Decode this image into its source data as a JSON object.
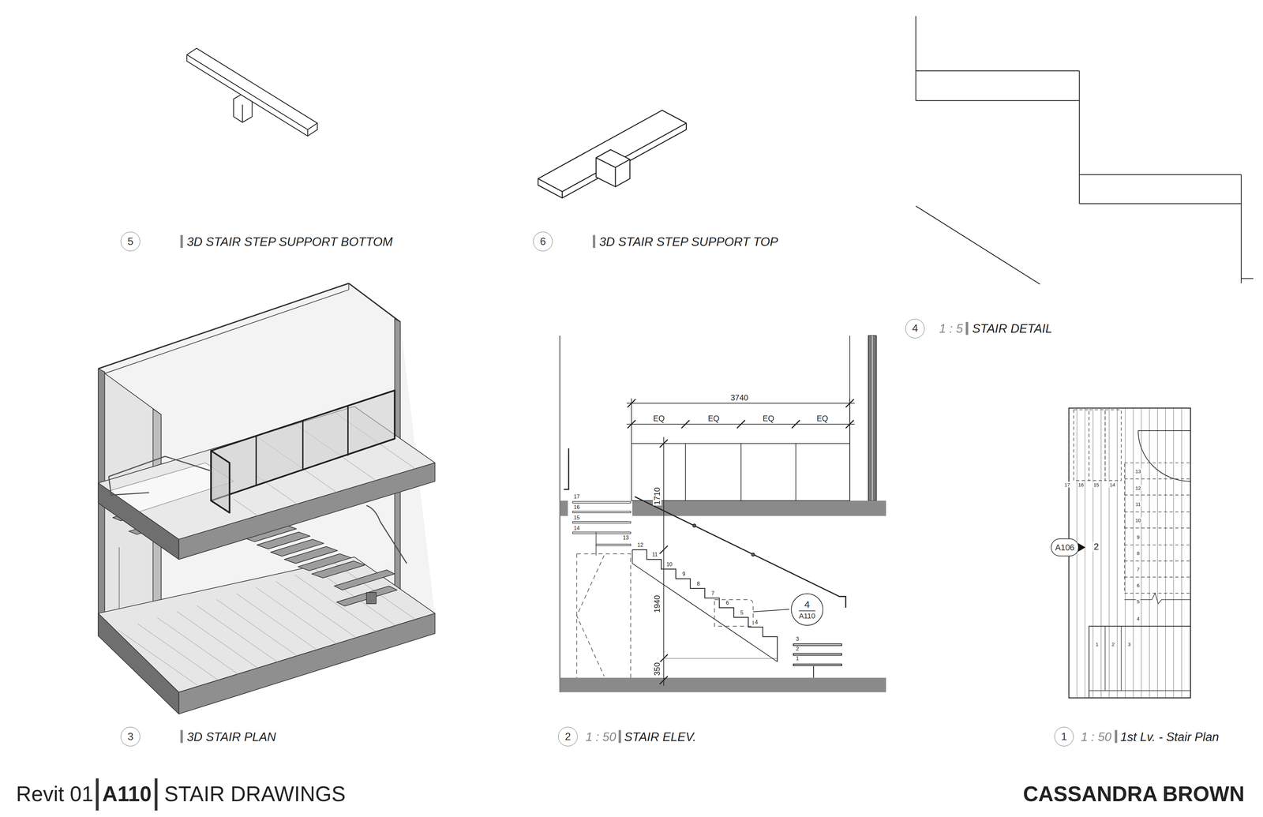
{
  "diagram": {
    "nodes": [
      {
        "text": [
          "5"
        ]
      },
      {
        "text": [
          "6"
        ]
      },
      {
        "text": [
          "4"
        ]
      },
      {
        "text": [
          "3"
        ]
      },
      {
        "text": [
          "2"
        ]
      },
      {
        "text": [
          "1"
        ]
      },
      {
        "text": [
          "4",
          "A110"
        ]
      },
      {
        "text": [
          "A106"
        ]
      }
    ],
    "labels": [
      "3D STAIR STEP SUPPORT BOTTOM",
      "3D STAIR STEP SUPPORT TOP",
      "1 : 5",
      "STAIR DETAIL",
      "3D STAIR PLAN",
      "1 : 50",
      "STAIR ELEV.",
      "1 : 50",
      "1st Lv. - Stair Plan",
      "Revit 01",
      "A110",
      "STAIR DRAWINGS",
      "CASSANDRA BROWN",
      "3740",
      "EQ",
      "EQ",
      "EQ",
      "EQ",
      "1710",
      "1940",
      "350",
      "17",
      "16",
      "15",
      "14",
      "13",
      "12",
      "11",
      "10",
      "9",
      "8",
      "7",
      "6",
      "5",
      "4",
      "3",
      "2",
      "1",
      "17",
      "16",
      "15",
      "14",
      "13",
      "12",
      "11",
      "10",
      "9",
      "8",
      "7",
      "6",
      "5",
      "4",
      "1",
      "2",
      "3",
      "2"
    ]
  }
}
